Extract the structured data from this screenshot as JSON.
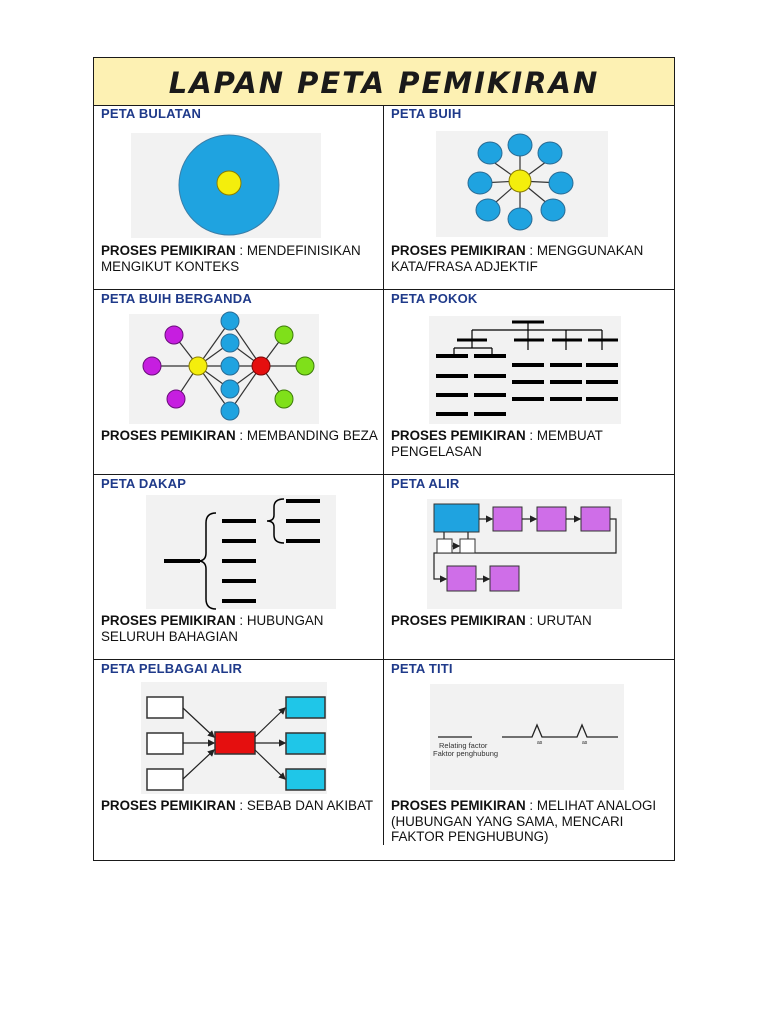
{
  "title": "LAPAN PETA PEMIKIRAN",
  "process_label": "PROSES PEMIKIRAN",
  "maps": [
    {
      "name": "PETA BULATAN",
      "process": "MENDEFINISIKAN MENGIKUT KONTEKS"
    },
    {
      "name": "PETA BUIH",
      "process": "MENGGUNAKAN KATA/FRASA ADJEKTIF"
    },
    {
      "name": "PETA BUIH BERGANDA",
      "process": "MEMBANDING BEZA"
    },
    {
      "name": "PETA POKOK",
      "process": "MEMBUAT PENGELASAN"
    },
    {
      "name": "PETA DAKAP",
      "process": "HUBUNGAN SELURUH BAHAGIAN"
    },
    {
      "name": "PETA ALIR",
      "process": "URUTAN"
    },
    {
      "name": "PETA PELBAGAI ALIR",
      "process": "SEBAB DAN AKIBAT"
    },
    {
      "name": "PETA TITI",
      "process": "MELIHAT ANALOGI (HUBUNGAN YANG SAMA, MENCARI FAKTOR PENGHUBUNG)"
    }
  ],
  "bridge_map": {
    "relating_factor_en": "Relating factor",
    "relating_factor_ms": "Faktor penghubung",
    "as_label": "as"
  },
  "colors": {
    "title_bg": "#fdf1b3",
    "map_name": "#1f3a8a",
    "bubble_blue": "#1fa3e0",
    "center_yellow": "#f4ee0c",
    "magenta": "#c61ee0",
    "green": "#7fe01a",
    "red": "#e50f0f",
    "purple": "#cf6ee8"
  }
}
